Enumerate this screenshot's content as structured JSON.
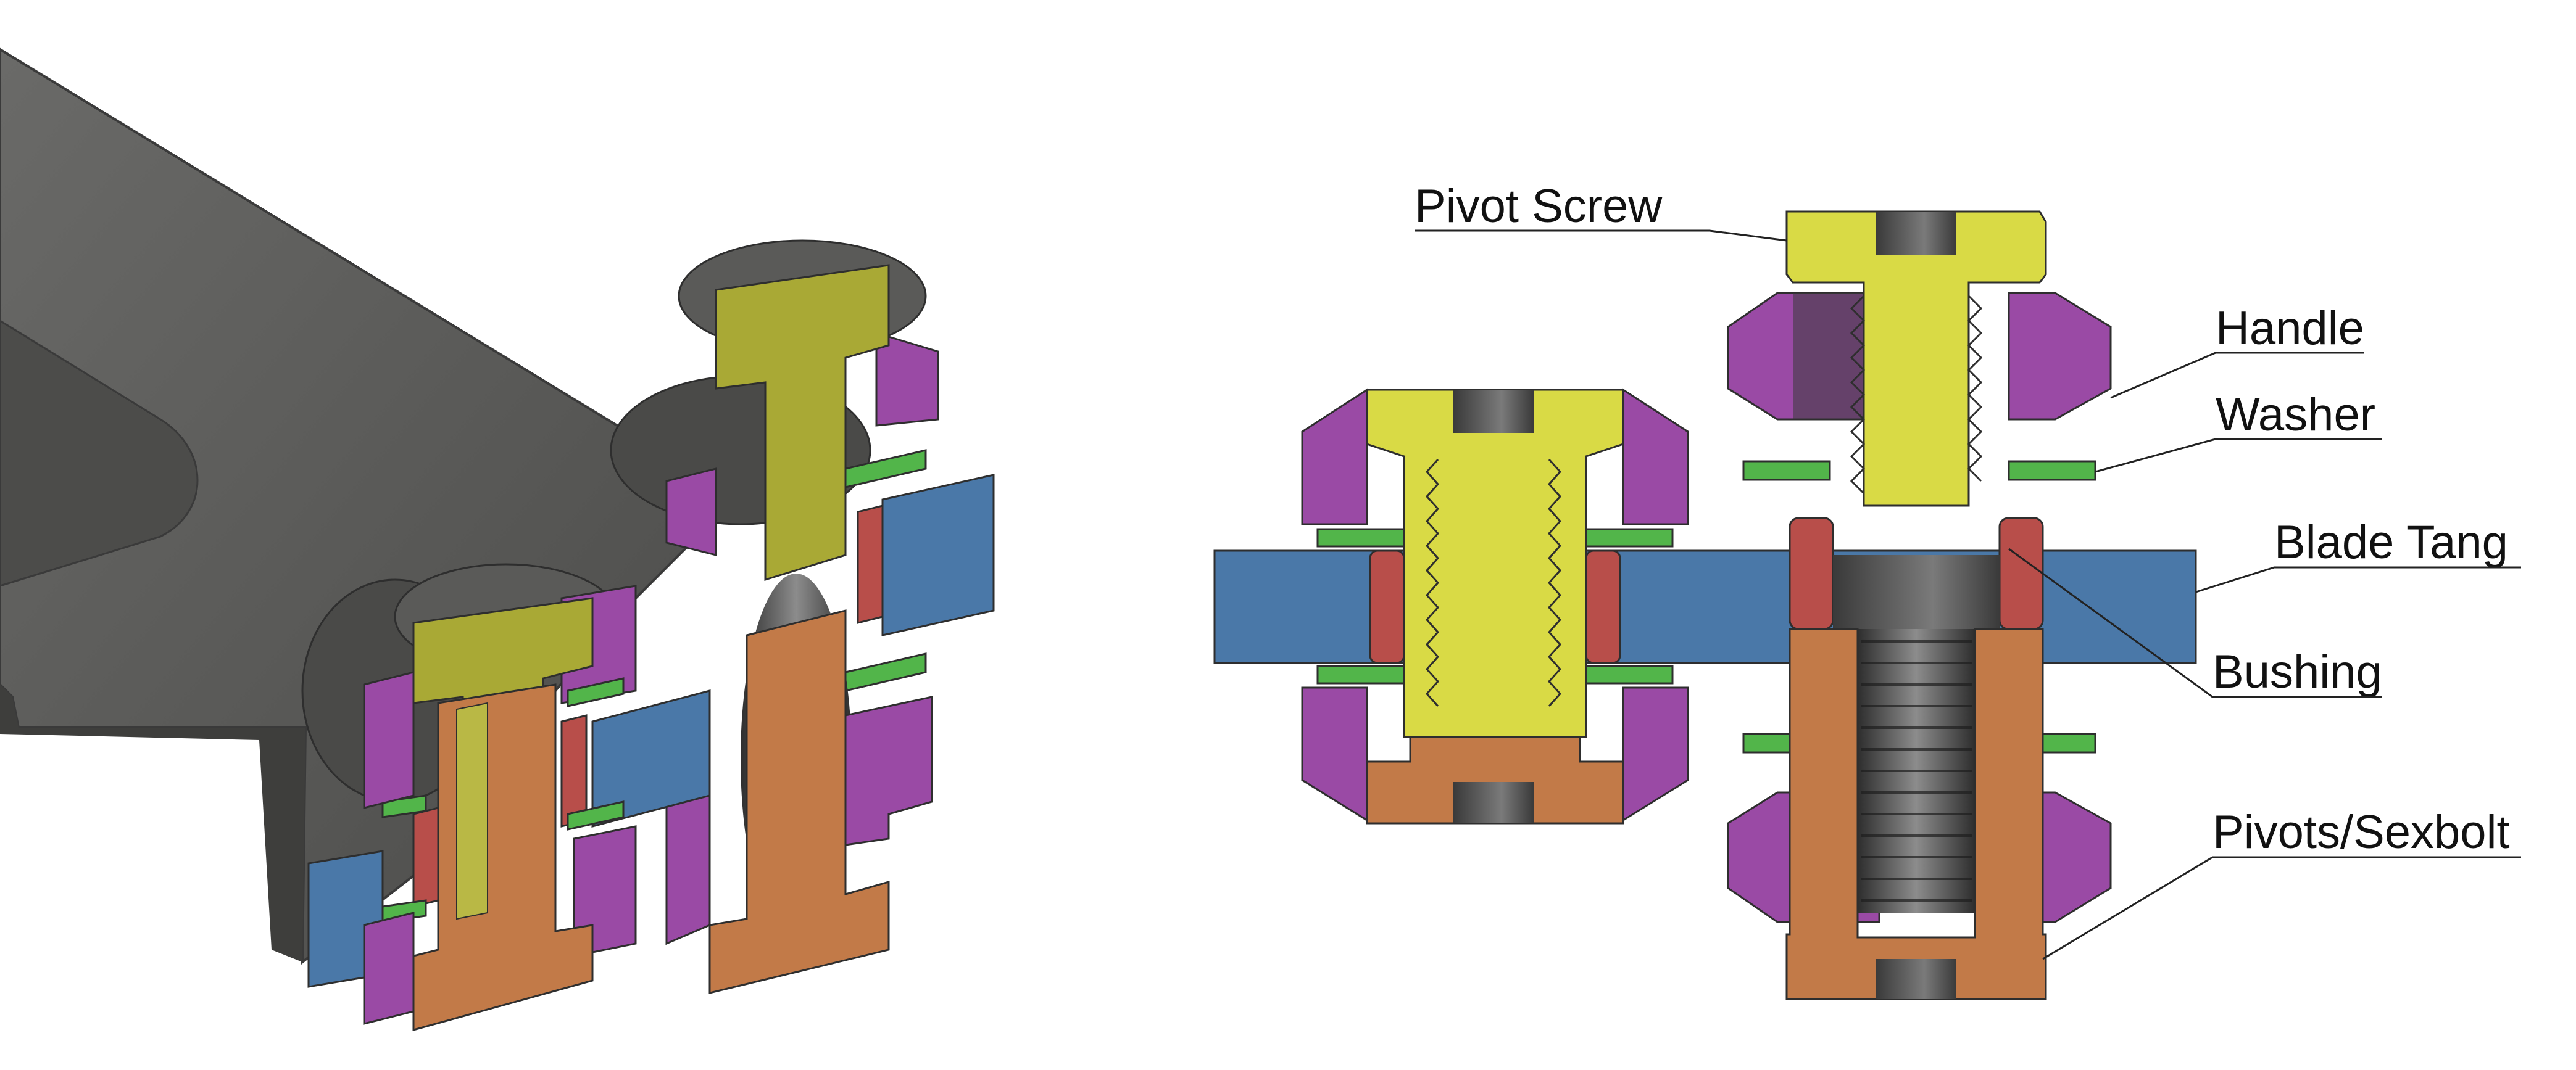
{
  "labels": {
    "pivot_screw": "Pivot Screw",
    "handle": "Handle",
    "washer": "Washer",
    "blade_tang": "Blade Tang",
    "bushing": "Bushing",
    "pivots_sexbolt": "Pivots/Sexbolt"
  },
  "colors": {
    "pivot_screw": "#d9da45",
    "handle": "#9a4aa5",
    "washer": "#52b54a",
    "blade_tang": "#4a78a8",
    "bushing": "#b84e4a",
    "pivots_sexbolt": "#c27a48",
    "frame": "#5a5a5a"
  }
}
